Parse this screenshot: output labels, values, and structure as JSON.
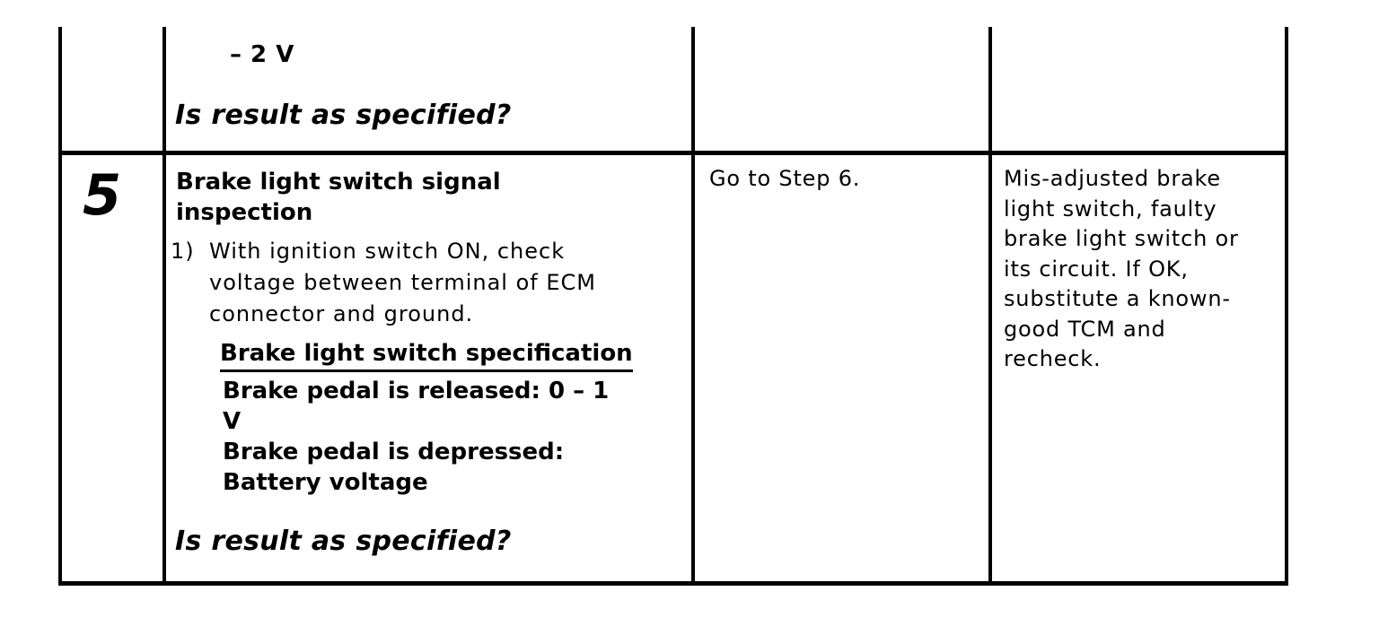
{
  "colors": {
    "ink": "#000000",
    "paper": "#ffffff"
  },
  "table": {
    "kind": "diagnostic-troubleshooting-table",
    "columns": [
      "step",
      "action",
      "yes",
      "no"
    ],
    "rows": [
      {
        "note": "partial row continued from above",
        "step": "",
        "action": {
          "spec_value_lines": [
            "– 2 V"
          ],
          "question": "Is result as specified?"
        },
        "yes_lines": [],
        "no_lines": []
      },
      {
        "step": "5",
        "action": {
          "title_lines": [
            "Brake light switch signal",
            "inspection"
          ],
          "list_marker": "1)",
          "list_text_lines": [
            "With ignition switch ON, check",
            "voltage between terminal of ECM",
            "connector and ground."
          ],
          "spec_heading": "Brake light switch specification",
          "spec_value_lines": [
            "Brake pedal is released: 0 – 1",
            "V",
            "Brake pedal is depressed:",
            "Battery voltage"
          ],
          "question": "Is result as specified?"
        },
        "yes_lines": [
          "Go to Step 6."
        ],
        "no_lines": [
          "Mis-adjusted brake",
          "light switch, faulty",
          "brake light switch or",
          "its circuit. If OK,",
          "substitute a known-",
          "good TCM and",
          "recheck."
        ]
      }
    ]
  }
}
